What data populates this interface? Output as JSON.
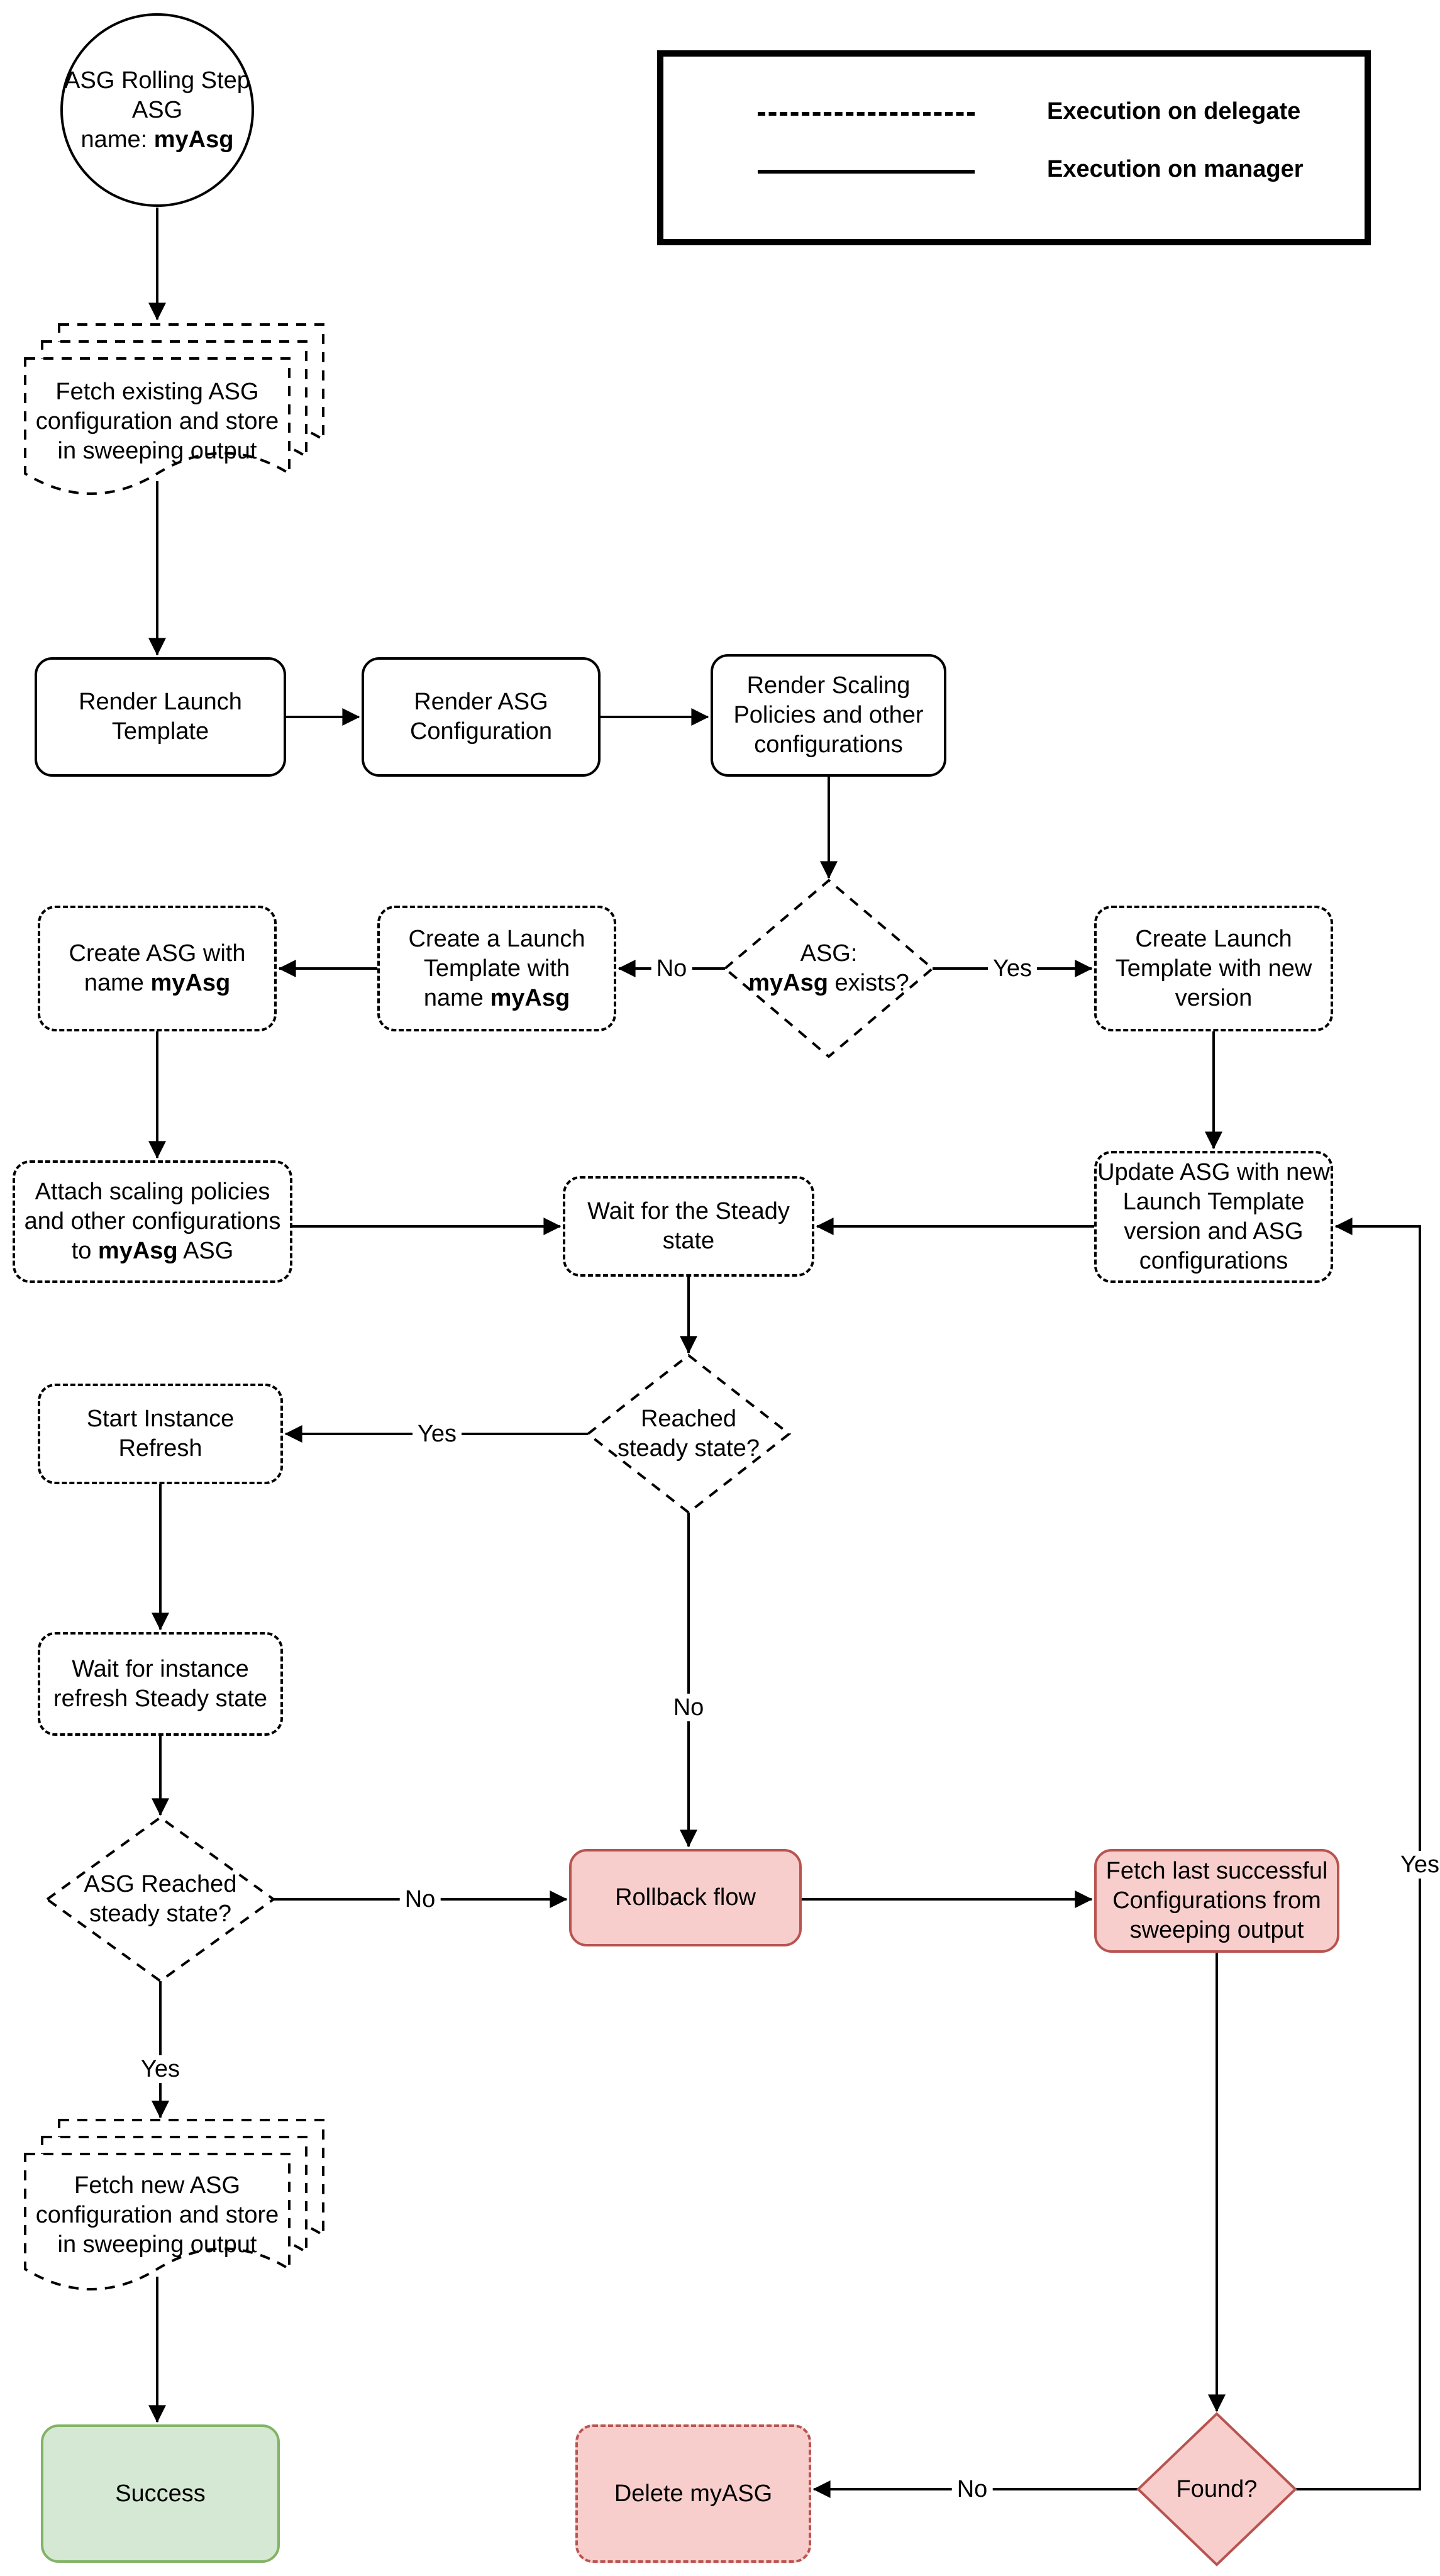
{
  "legend": {
    "delegate_label": "Execution on delegate",
    "manager_label": "Execution on manager"
  },
  "nodes": {
    "start": {
      "line1": "ASG Rolling Step",
      "line2": "ASG",
      "line3_pre": "name: ",
      "line3_bold": "myAsg"
    },
    "fetch_existing": {
      "line1": "Fetch existing ASG",
      "line2": "configuration and store",
      "line3": "in sweeping output"
    },
    "render_launch_template": {
      "line1": "Render Launch",
      "line2": "Template"
    },
    "render_asg_configuration": {
      "line1": "Render ASG",
      "line2": "Configuration"
    },
    "render_scaling_policies": {
      "line1": "Render Scaling",
      "line2": "Policies and other",
      "line3": "configurations"
    },
    "asg_exists": {
      "line1": "ASG:",
      "line2_bold": "myAsg",
      "line2_post": " exists?"
    },
    "create_launch_template_myasg": {
      "line1": "Create a Launch",
      "line2": "Template with",
      "line3_pre": "name ",
      "line3_bold": "myAsg"
    },
    "create_asg": {
      "line1": "Create ASG with",
      "line2_pre": "name ",
      "line2_bold": "myAsg"
    },
    "create_launch_template_new": {
      "line1": "Create Launch",
      "line2": "Template with new",
      "line3": "version"
    },
    "attach_scaling": {
      "line1": "Attach scaling policies",
      "line2": "and other configurations",
      "line3_pre": "to ",
      "line3_bold": "myAsg",
      "line3_post": " ASG"
    },
    "wait_steady": {
      "line1": "Wait for the Steady",
      "line2": "state"
    },
    "update_asg": {
      "line1": "Update ASG with new",
      "line2": "Launch Template",
      "line3": "version and ASG",
      "line4": "configurations"
    },
    "reached_steady": {
      "line1": "Reached",
      "line2": "steady state?"
    },
    "start_instance_refresh": {
      "line1": "Start Instance",
      "line2": "Refresh"
    },
    "wait_instance_refresh": {
      "line1": "Wait for instance",
      "line2": "refresh Steady state"
    },
    "asg_reached_steady": {
      "line1": "ASG Reached",
      "line2": "steady state?"
    },
    "rollback": {
      "line1": "Rollback flow"
    },
    "fetch_last": {
      "line1": "Fetch last successful",
      "line2": "Configurations from",
      "line3": "sweeping output"
    },
    "fetch_new": {
      "line1": "Fetch new ASG",
      "line2": "configuration and store",
      "line3": "in sweeping output"
    },
    "success": {
      "line1": "Success"
    },
    "delete_myasg": {
      "line1": "Delete myASG"
    },
    "found": {
      "line1": "Found?"
    }
  },
  "edge_labels": {
    "asg_exists_no": "No",
    "asg_exists_yes": "Yes",
    "reached_yes": "Yes",
    "reached_no": "No",
    "asg_reached_no": "No",
    "asg_reached_yes": "Yes",
    "found_no": "No",
    "found_yes": "Yes"
  },
  "colors": {
    "line": "#000000",
    "pink_fill": "#f8cecc",
    "red_border": "#b85450",
    "green_fill": "#d5e8d4",
    "green_border": "#82b366"
  }
}
